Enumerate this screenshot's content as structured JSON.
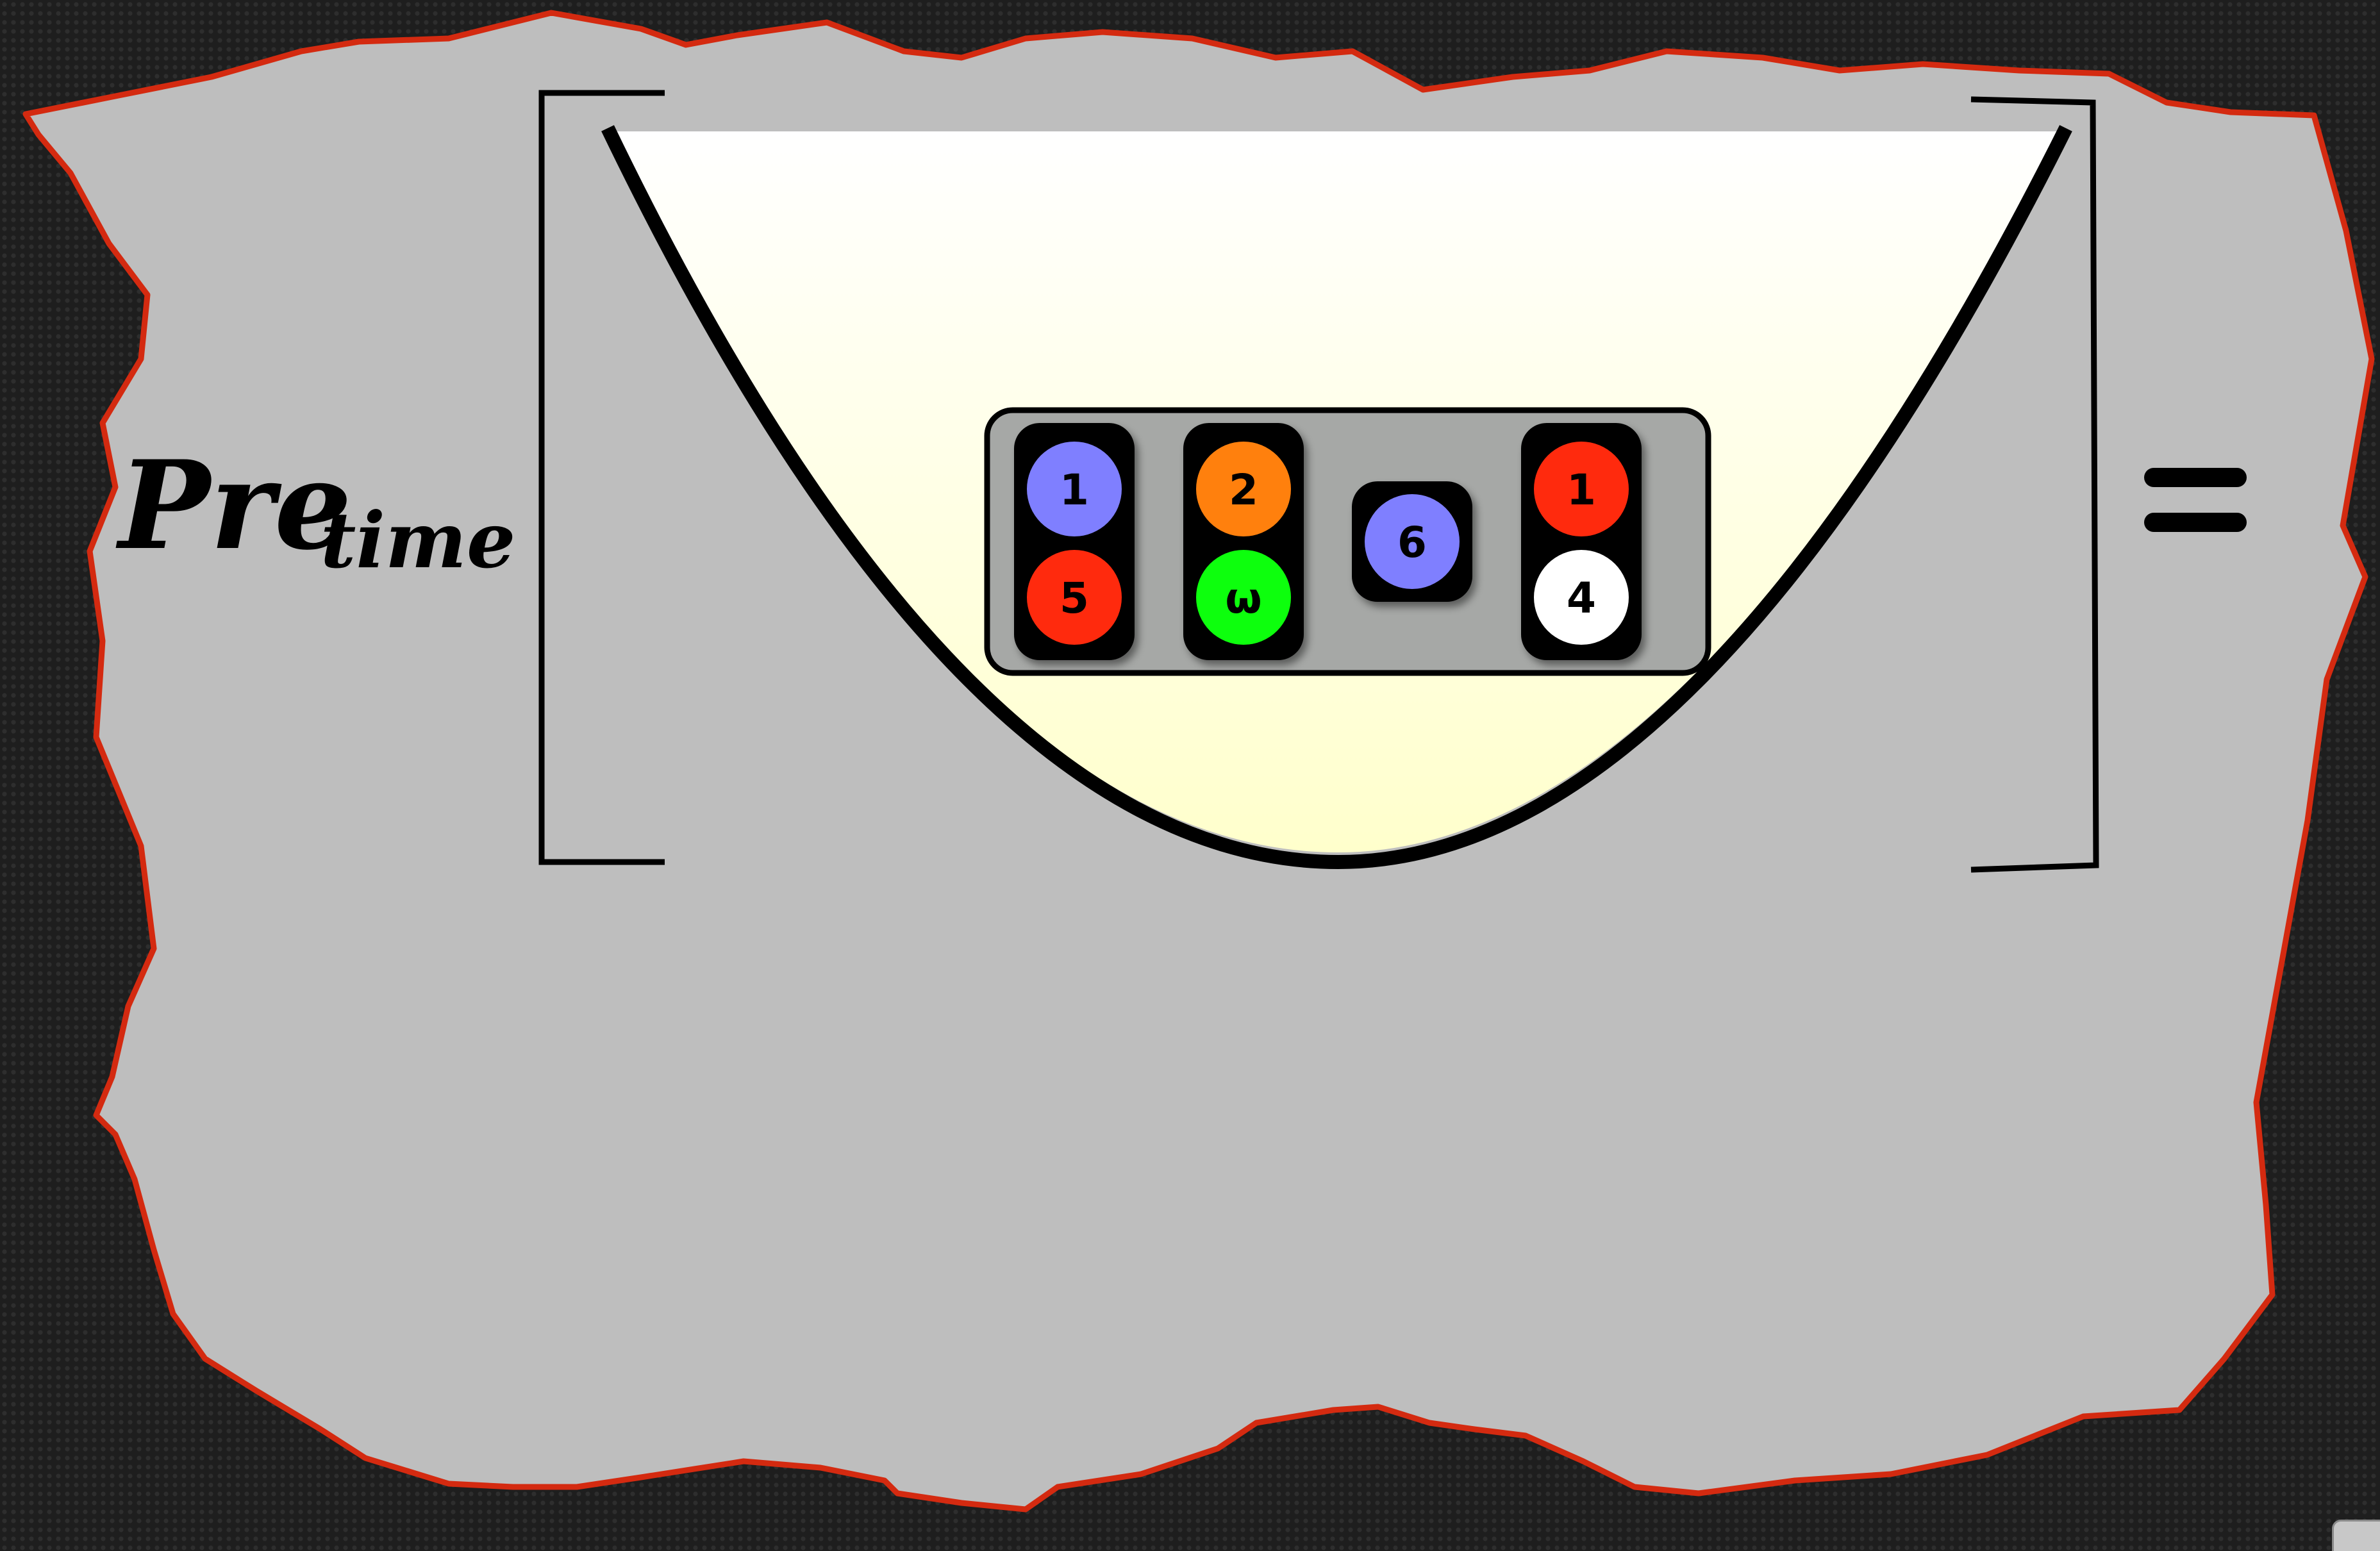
{
  "formula": {
    "main": "Pre",
    "subscript": "time",
    "equals": "="
  },
  "pre_state": {
    "groups": [
      {
        "balls": [
          {
            "label": "1",
            "color": "#7f7fff"
          },
          {
            "label": "5",
            "color": "#ff2a10"
          }
        ]
      },
      {
        "balls": [
          {
            "label": "2",
            "color": "#ff8010"
          },
          {
            "label": "ω",
            "color": "#10ff10"
          }
        ]
      },
      {
        "balls": [
          {
            "label": "6",
            "color": "#7f7fff"
          }
        ]
      },
      {
        "balls": [
          {
            "label": "1",
            "color": "#ff2a10"
          },
          {
            "label": "4",
            "color": "#ffffff"
          }
        ]
      }
    ]
  },
  "colors": {
    "paper": "#bebebe",
    "paper_edge": "#d42a10",
    "bowl_fill_top": "#ffffff",
    "bowl_fill_bottom": "#ffffd0",
    "tray": "#a6a8a6"
  }
}
